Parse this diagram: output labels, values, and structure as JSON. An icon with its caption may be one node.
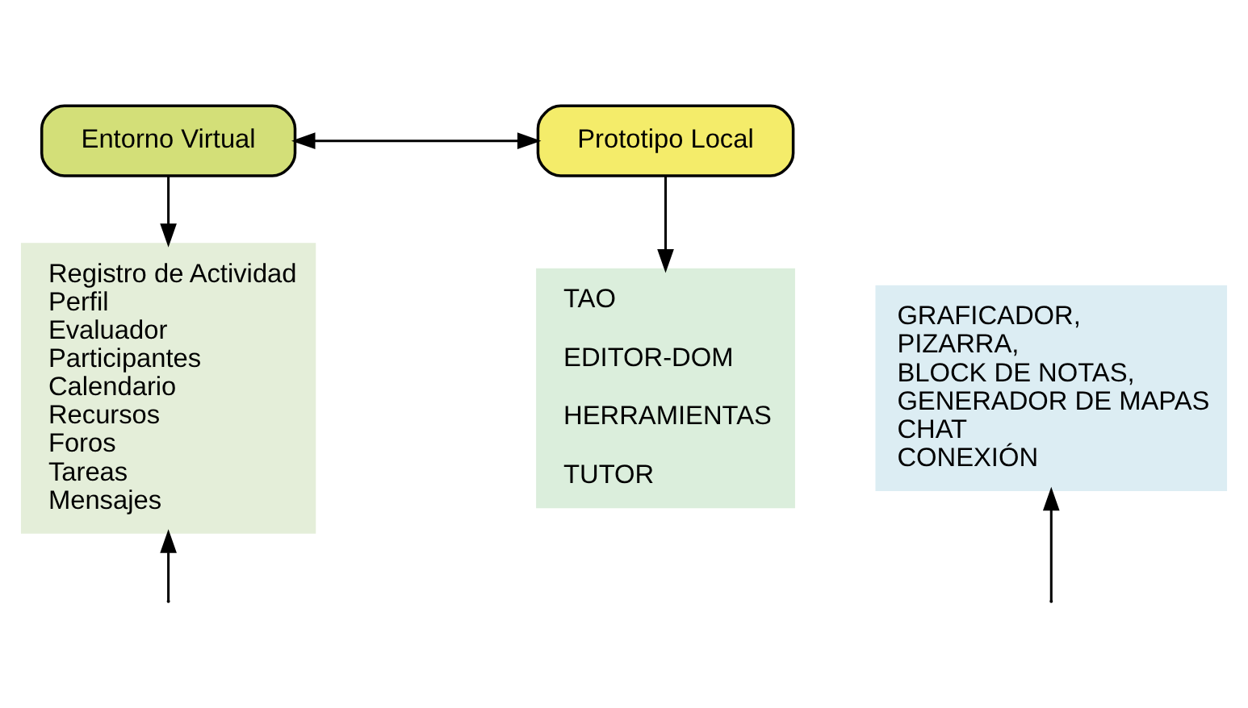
{
  "diagram": {
    "nodes": [
      {
        "text": [
          "Entorno Virtual"
        ]
      },
      {
        "text": [
          "Prototipo Local"
        ]
      },
      {
        "text": [
          "Registro de Actividad",
          "Perfil",
          "Evaluador",
          "Participantes",
          "Calendario",
          "Recursos",
          "Foros",
          "Tareas",
          "Mensajes"
        ]
      },
      {
        "text": [
          "TAO",
          "EDITOR-DOM",
          "HERRAMIENTAS",
          "TUTOR"
        ]
      },
      {
        "text": [
          "GRAFICADOR,",
          "PIZARRA,",
          "BLOCK DE NOTAS,",
          "GENERADOR DE MAPAS",
          "CHAT",
          "CONEXIÓN"
        ]
      }
    ],
    "edges": [
      {
        "from": 0,
        "to": 1,
        "arrow": "both"
      },
      {
        "from": 0,
        "to": 2,
        "arrow": "to"
      },
      {
        "from": 1,
        "to": 3,
        "arrow": "to"
      },
      {
        "from": null,
        "to": 2,
        "arrow": "to"
      },
      {
        "from": null,
        "to": 4,
        "arrow": "to"
      }
    ]
  }
}
